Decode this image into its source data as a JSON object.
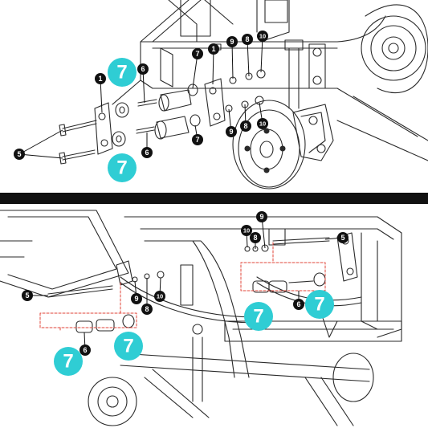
{
  "colors": {
    "callout_black": "#111111",
    "callout_teal": "#2fcdd4",
    "divider": "#111111",
    "guide_red": "#e0453a",
    "line_art": "#2a2a2a"
  },
  "panels": {
    "top": {
      "callouts_black": [
        {
          "label": "1"
        },
        {
          "label": "1"
        },
        {
          "label": "5"
        },
        {
          "label": "6"
        },
        {
          "label": "6"
        },
        {
          "label": "7"
        },
        {
          "label": "7"
        },
        {
          "label": "8"
        },
        {
          "label": "8"
        },
        {
          "label": "9"
        },
        {
          "label": "9"
        },
        {
          "label": "10"
        },
        {
          "label": "10"
        }
      ],
      "callouts_teal": [
        {
          "label": "7"
        },
        {
          "label": "7"
        }
      ]
    },
    "bottom": {
      "callouts_black": [
        {
          "label": "5"
        },
        {
          "label": "5"
        },
        {
          "label": "6"
        },
        {
          "label": "6"
        },
        {
          "label": "8"
        },
        {
          "label": "8"
        },
        {
          "label": "9"
        },
        {
          "label": "9"
        },
        {
          "label": "10"
        },
        {
          "label": "10"
        }
      ],
      "callouts_teal": [
        {
          "label": "7"
        },
        {
          "label": "7"
        },
        {
          "label": "7"
        },
        {
          "label": "7"
        }
      ]
    }
  }
}
